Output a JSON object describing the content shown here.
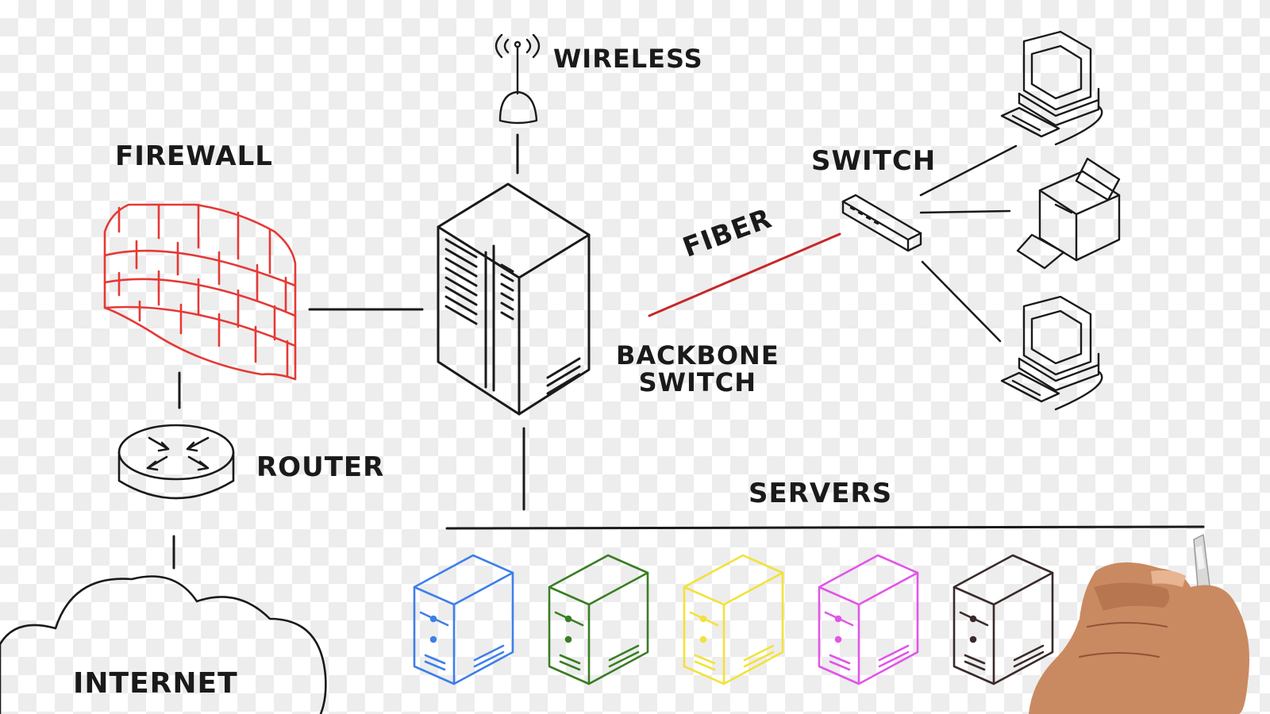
{
  "labels": {
    "wireless": "WIRELESS",
    "firewall": "FIREWALL",
    "switch": "SWITCH",
    "fiber": "FIBER",
    "backbone_switch": "BACKBONE\nSWITCH",
    "router": "ROUTER",
    "servers": "SERVERS",
    "internet": "INTERNET"
  },
  "colors": {
    "ink": "#1a1a1a",
    "firewall": "#e53935",
    "fiber": "#c62828",
    "servers": [
      "#3f7fe8",
      "#3a7d24",
      "#f2e23a",
      "#e255e8",
      "#3a2a2a"
    ]
  },
  "icons": {
    "firewall": "brick-wall-icon",
    "router": "router-icon",
    "wireless": "wireless-antenna-icon",
    "backbone_switch": "backbone-switch-icon",
    "switch": "network-switch-icon",
    "computer": "desktop-computer-icon",
    "printer": "printer-icon",
    "server": "server-tower-icon",
    "internet": "cloud-icon",
    "hand": "hand-with-marker-icon"
  }
}
